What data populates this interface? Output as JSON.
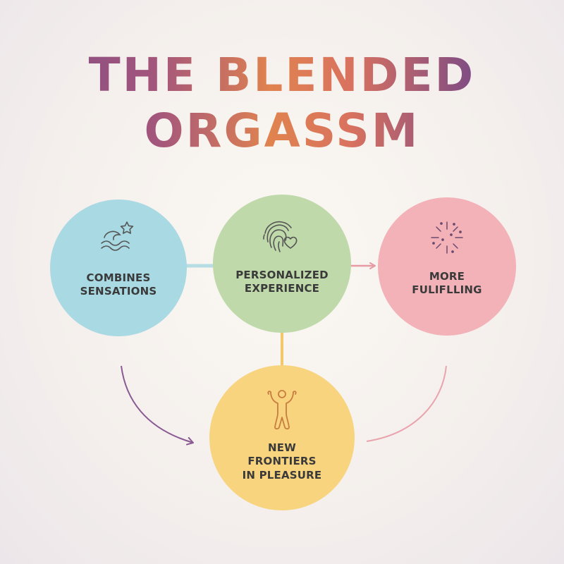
{
  "title": {
    "line1": "THE BLENDED",
    "line2": "ORGASSM"
  },
  "nodes": [
    {
      "id": "combines",
      "lines": [
        "COMBINES",
        "SENSATIONS"
      ],
      "color": "#a9d9e3",
      "icon": "waves-star-icon"
    },
    {
      "id": "personalized",
      "lines": [
        "PERSONALIZED",
        "EXPERIENCE"
      ],
      "color": "#bfd9ab",
      "icon": "fingerprint-heart-icon"
    },
    {
      "id": "fulfilling",
      "lines": [
        "MORE",
        "FULIFLLING"
      ],
      "color": "#f2b2b8",
      "icon": "sparkle-burst-icon"
    },
    {
      "id": "frontiers",
      "lines": [
        "NEW",
        "FRONTIERS",
        "IN PLEASURE"
      ],
      "color": "#f8d47f",
      "icon": "raised-arms-person-icon"
    }
  ],
  "colors": {
    "title_purple": "#7b4a86",
    "title_orange": "#e0834f",
    "arrow_purple": "#8a5a93",
    "arrow_pink": "#e59aa4",
    "line_yellow": "#f3c86a",
    "line_blue": "#a9d9e3"
  }
}
